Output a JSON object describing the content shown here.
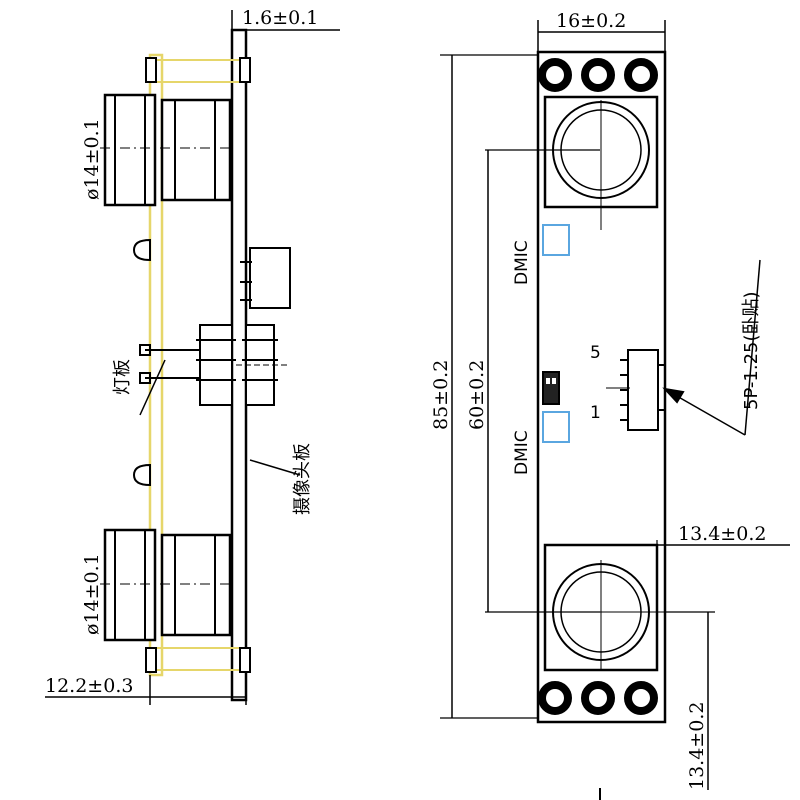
{
  "side_view": {
    "top_dimension": "1.6±0.1",
    "lens_top_diameter": "ø14±0.1",
    "lens_bottom_diameter": "ø14±0.1",
    "light_board_label": "灯板",
    "camera_board_label": "摄像头板",
    "bottom_dimension": "12.2±0.3"
  },
  "front_view": {
    "width_dimension": "16±0.2",
    "total_length_dimension": "85±0.2",
    "lens_spacing_dimension": "60±0.2",
    "dmic_top_label": "DMIC",
    "dmic_bottom_label": "DMIC",
    "pin_5_label": "5",
    "pin_1_label": "1",
    "connector_label": "5P-1.25(卧贴)",
    "lens_size_dimension": "13.4±0.2",
    "bottom_offset_dimension": "13.4±0.2"
  },
  "colors": {
    "line": "#000000",
    "light_board": "#e6d66a",
    "dmic_pad": "#5aa6e0"
  }
}
